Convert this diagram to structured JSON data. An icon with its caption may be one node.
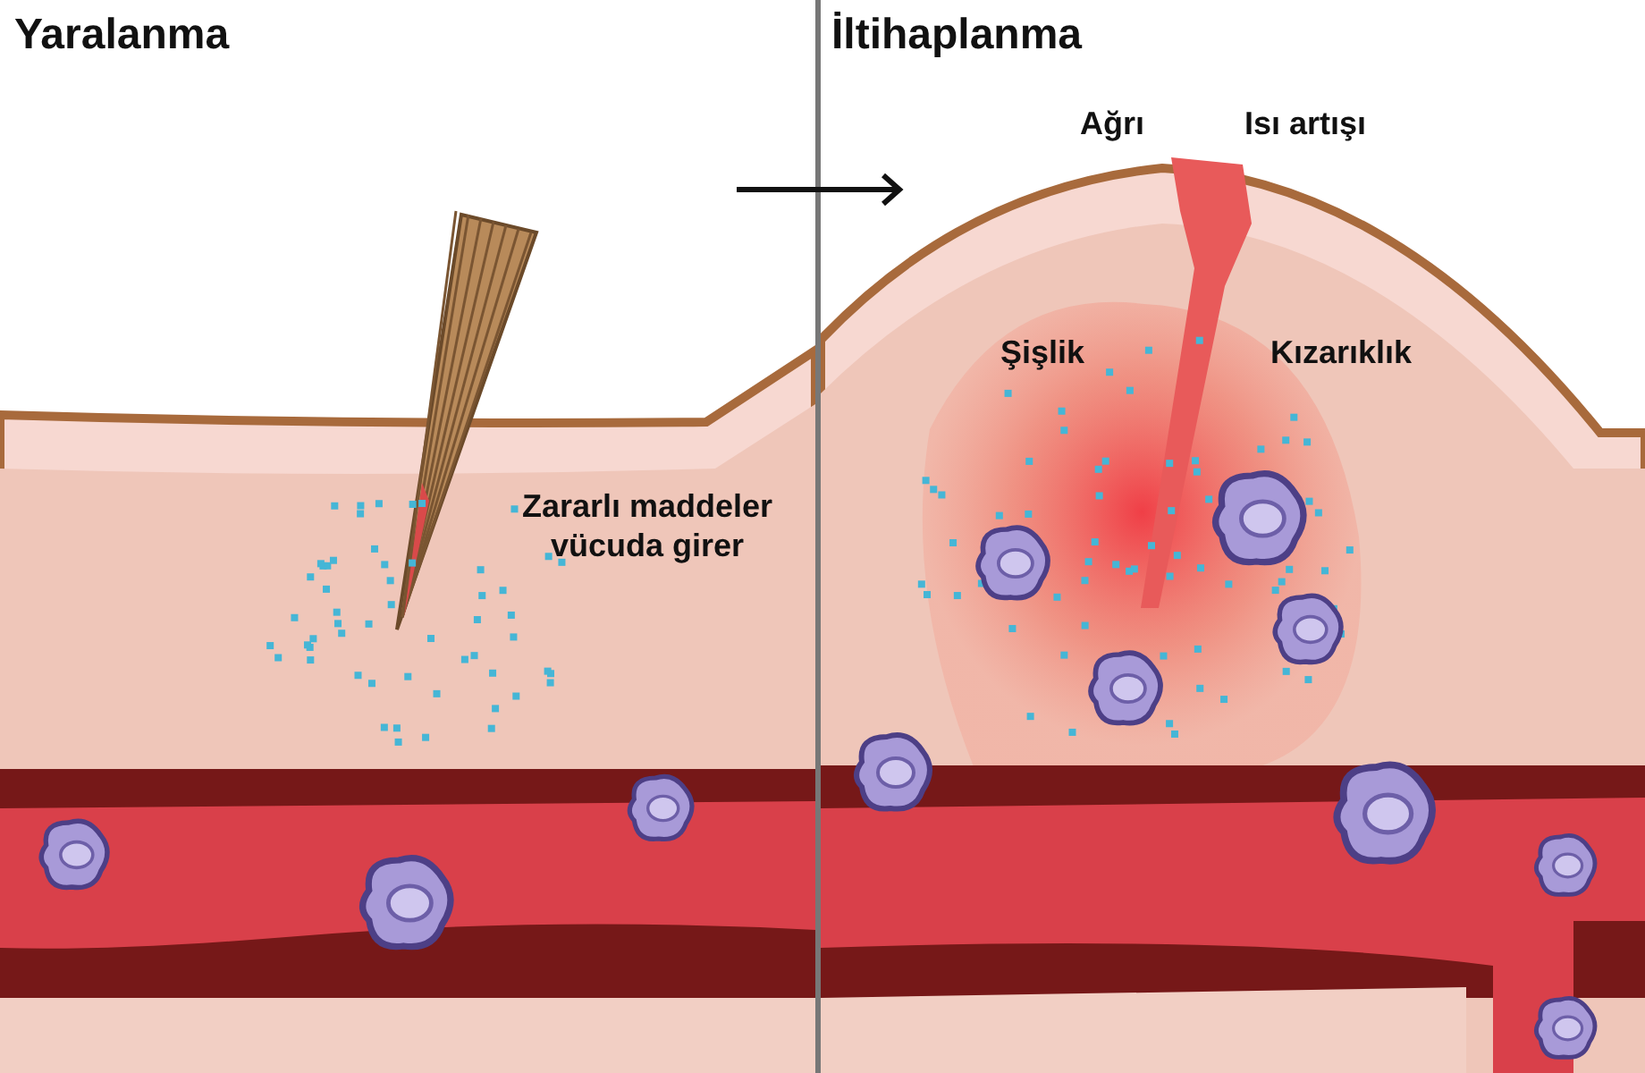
{
  "diagram": {
    "labels": [
      "Yaralanma",
      "İltihaplanma",
      "Ağrı",
      "Isı artışı",
      "Şişlik",
      "Kızarıklık",
      "Zararlı maddeler vücuda girer"
    ]
  }
}
